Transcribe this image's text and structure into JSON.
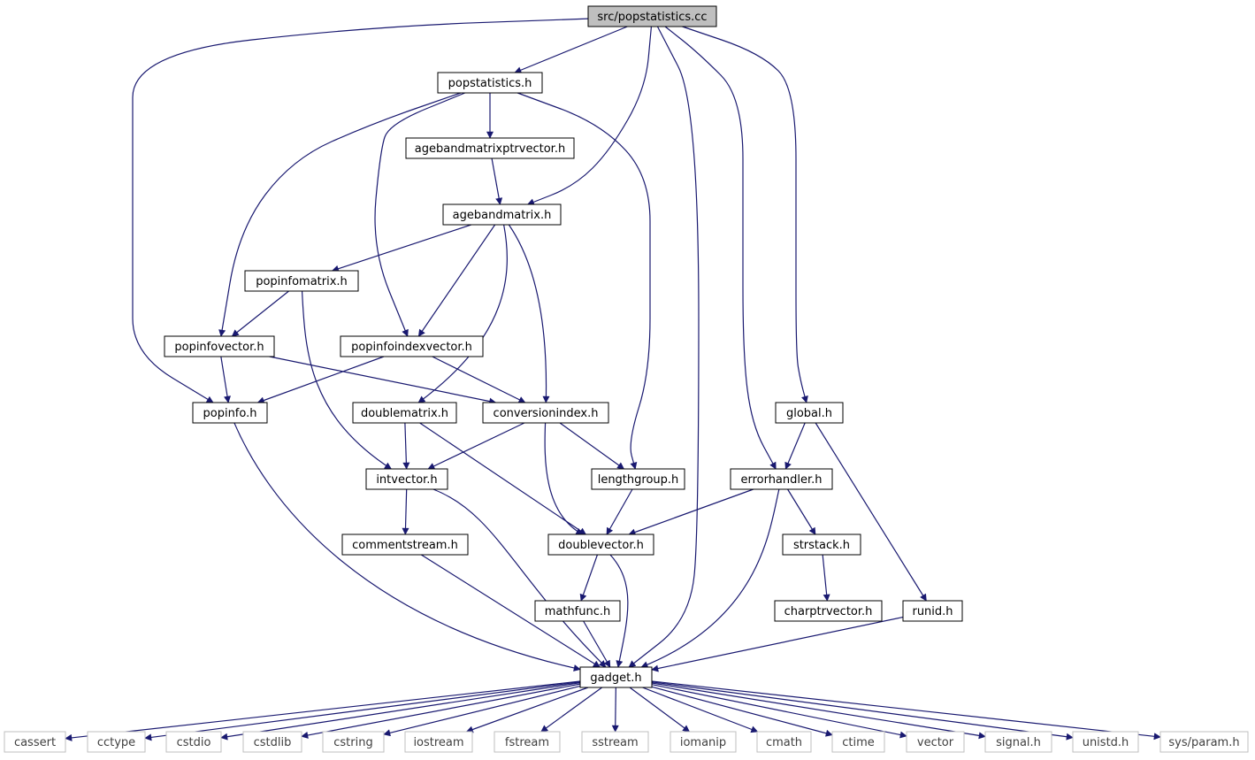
{
  "colors": {
    "edge": "#191970",
    "node_border": "#000000",
    "root_fill": "#bfbfbf",
    "system_border": "#bfbfbf",
    "system_text": "#404040",
    "text": "#000000"
  },
  "nodes": [
    {
      "id": "root",
      "label": "src/popstatistics.cc",
      "kind": "root"
    },
    {
      "id": "popstatistics_h",
      "label": "popstatistics.h",
      "kind": "header"
    },
    {
      "id": "agebandmatrixptrvector_h",
      "label": "agebandmatrixptrvector.h",
      "kind": "header"
    },
    {
      "id": "agebandmatrix_h",
      "label": "agebandmatrix.h",
      "kind": "header"
    },
    {
      "id": "popinfomatrix_h",
      "label": "popinfomatrix.h",
      "kind": "header"
    },
    {
      "id": "popinfovector_h",
      "label": "popinfovector.h",
      "kind": "header"
    },
    {
      "id": "popinfoindexvector_h",
      "label": "popinfoindexvector.h",
      "kind": "header"
    },
    {
      "id": "popinfo_h",
      "label": "popinfo.h",
      "kind": "header"
    },
    {
      "id": "doublematrix_h",
      "label": "doublematrix.h",
      "kind": "header"
    },
    {
      "id": "conversionindex_h",
      "label": "conversionindex.h",
      "kind": "header"
    },
    {
      "id": "global_h",
      "label": "global.h",
      "kind": "header"
    },
    {
      "id": "intvector_h",
      "label": "intvector.h",
      "kind": "header"
    },
    {
      "id": "lengthgroup_h",
      "label": "lengthgroup.h",
      "kind": "header"
    },
    {
      "id": "errorhandler_h",
      "label": "errorhandler.h",
      "kind": "header"
    },
    {
      "id": "commentstream_h",
      "label": "commentstream.h",
      "kind": "header"
    },
    {
      "id": "doublevector_h",
      "label": "doublevector.h",
      "kind": "header"
    },
    {
      "id": "strstack_h",
      "label": "strstack.h",
      "kind": "header"
    },
    {
      "id": "mathfunc_h",
      "label": "mathfunc.h",
      "kind": "header"
    },
    {
      "id": "charptrvector_h",
      "label": "charptrvector.h",
      "kind": "header"
    },
    {
      "id": "runid_h",
      "label": "runid.h",
      "kind": "header"
    },
    {
      "id": "gadget_h",
      "label": "gadget.h",
      "kind": "header"
    },
    {
      "id": "cassert",
      "label": "cassert",
      "kind": "system"
    },
    {
      "id": "cctype",
      "label": "cctype",
      "kind": "system"
    },
    {
      "id": "cstdio",
      "label": "cstdio",
      "kind": "system"
    },
    {
      "id": "cstdlib",
      "label": "cstdlib",
      "kind": "system"
    },
    {
      "id": "cstring",
      "label": "cstring",
      "kind": "system"
    },
    {
      "id": "iostream",
      "label": "iostream",
      "kind": "system"
    },
    {
      "id": "fstream",
      "label": "fstream",
      "kind": "system"
    },
    {
      "id": "sstream",
      "label": "sstream",
      "kind": "system"
    },
    {
      "id": "iomanip",
      "label": "iomanip",
      "kind": "system"
    },
    {
      "id": "cmath",
      "label": "cmath",
      "kind": "system"
    },
    {
      "id": "ctime",
      "label": "ctime",
      "kind": "system"
    },
    {
      "id": "vector",
      "label": "vector",
      "kind": "system"
    },
    {
      "id": "signal_h",
      "label": "signal.h",
      "kind": "system"
    },
    {
      "id": "unistd_h",
      "label": "unistd.h",
      "kind": "system"
    },
    {
      "id": "sys_param_h",
      "label": "sys/param.h",
      "kind": "system"
    }
  ],
  "edges": [
    {
      "from": "root",
      "to": "popstatistics_h"
    },
    {
      "from": "root",
      "to": "agebandmatrix_h"
    },
    {
      "from": "root",
      "to": "popinfo_h"
    },
    {
      "from": "root",
      "to": "gadget_h"
    },
    {
      "from": "root",
      "to": "errorhandler_h"
    },
    {
      "from": "root",
      "to": "global_h"
    },
    {
      "from": "popstatistics_h",
      "to": "agebandmatrixptrvector_h"
    },
    {
      "from": "popstatistics_h",
      "to": "popinfovector_h"
    },
    {
      "from": "popstatistics_h",
      "to": "popinfoindexvector_h"
    },
    {
      "from": "popstatistics_h",
      "to": "lengthgroup_h"
    },
    {
      "from": "agebandmatrixptrvector_h",
      "to": "agebandmatrix_h"
    },
    {
      "from": "agebandmatrix_h",
      "to": "popinfomatrix_h"
    },
    {
      "from": "agebandmatrix_h",
      "to": "popinfoindexvector_h"
    },
    {
      "from": "agebandmatrix_h",
      "to": "doublematrix_h"
    },
    {
      "from": "agebandmatrix_h",
      "to": "conversionindex_h"
    },
    {
      "from": "popinfomatrix_h",
      "to": "popinfovector_h"
    },
    {
      "from": "popinfomatrix_h",
      "to": "intvector_h"
    },
    {
      "from": "popinfovector_h",
      "to": "popinfo_h"
    },
    {
      "from": "popinfovector_h",
      "to": "conversionindex_h"
    },
    {
      "from": "popinfoindexvector_h",
      "to": "popinfo_h"
    },
    {
      "from": "popinfoindexvector_h",
      "to": "conversionindex_h"
    },
    {
      "from": "popinfo_h",
      "to": "gadget_h"
    },
    {
      "from": "doublematrix_h",
      "to": "intvector_h"
    },
    {
      "from": "doublematrix_h",
      "to": "doublevector_h"
    },
    {
      "from": "conversionindex_h",
      "to": "intvector_h"
    },
    {
      "from": "conversionindex_h",
      "to": "lengthgroup_h"
    },
    {
      "from": "conversionindex_h",
      "to": "doublevector_h"
    },
    {
      "from": "global_h",
      "to": "errorhandler_h"
    },
    {
      "from": "global_h",
      "to": "runid_h"
    },
    {
      "from": "intvector_h",
      "to": "commentstream_h"
    },
    {
      "from": "intvector_h",
      "to": "gadget_h"
    },
    {
      "from": "lengthgroup_h",
      "to": "doublevector_h"
    },
    {
      "from": "errorhandler_h",
      "to": "doublevector_h"
    },
    {
      "from": "errorhandler_h",
      "to": "strstack_h"
    },
    {
      "from": "errorhandler_h",
      "to": "gadget_h"
    },
    {
      "from": "commentstream_h",
      "to": "gadget_h"
    },
    {
      "from": "doublevector_h",
      "to": "mathfunc_h"
    },
    {
      "from": "doublevector_h",
      "to": "gadget_h"
    },
    {
      "from": "strstack_h",
      "to": "charptrvector_h"
    },
    {
      "from": "mathfunc_h",
      "to": "gadget_h"
    },
    {
      "from": "runid_h",
      "to": "gadget_h"
    },
    {
      "from": "gadget_h",
      "to": "cassert"
    },
    {
      "from": "gadget_h",
      "to": "cctype"
    },
    {
      "from": "gadget_h",
      "to": "cstdio"
    },
    {
      "from": "gadget_h",
      "to": "cstdlib"
    },
    {
      "from": "gadget_h",
      "to": "cstring"
    },
    {
      "from": "gadget_h",
      "to": "iostream"
    },
    {
      "from": "gadget_h",
      "to": "fstream"
    },
    {
      "from": "gadget_h",
      "to": "sstream"
    },
    {
      "from": "gadget_h",
      "to": "iomanip"
    },
    {
      "from": "gadget_h",
      "to": "cmath"
    },
    {
      "from": "gadget_h",
      "to": "ctime"
    },
    {
      "from": "gadget_h",
      "to": "vector"
    },
    {
      "from": "gadget_h",
      "to": "signal_h"
    },
    {
      "from": "gadget_h",
      "to": "unistd_h"
    },
    {
      "from": "gadget_h",
      "to": "sys_param_h"
    }
  ]
}
